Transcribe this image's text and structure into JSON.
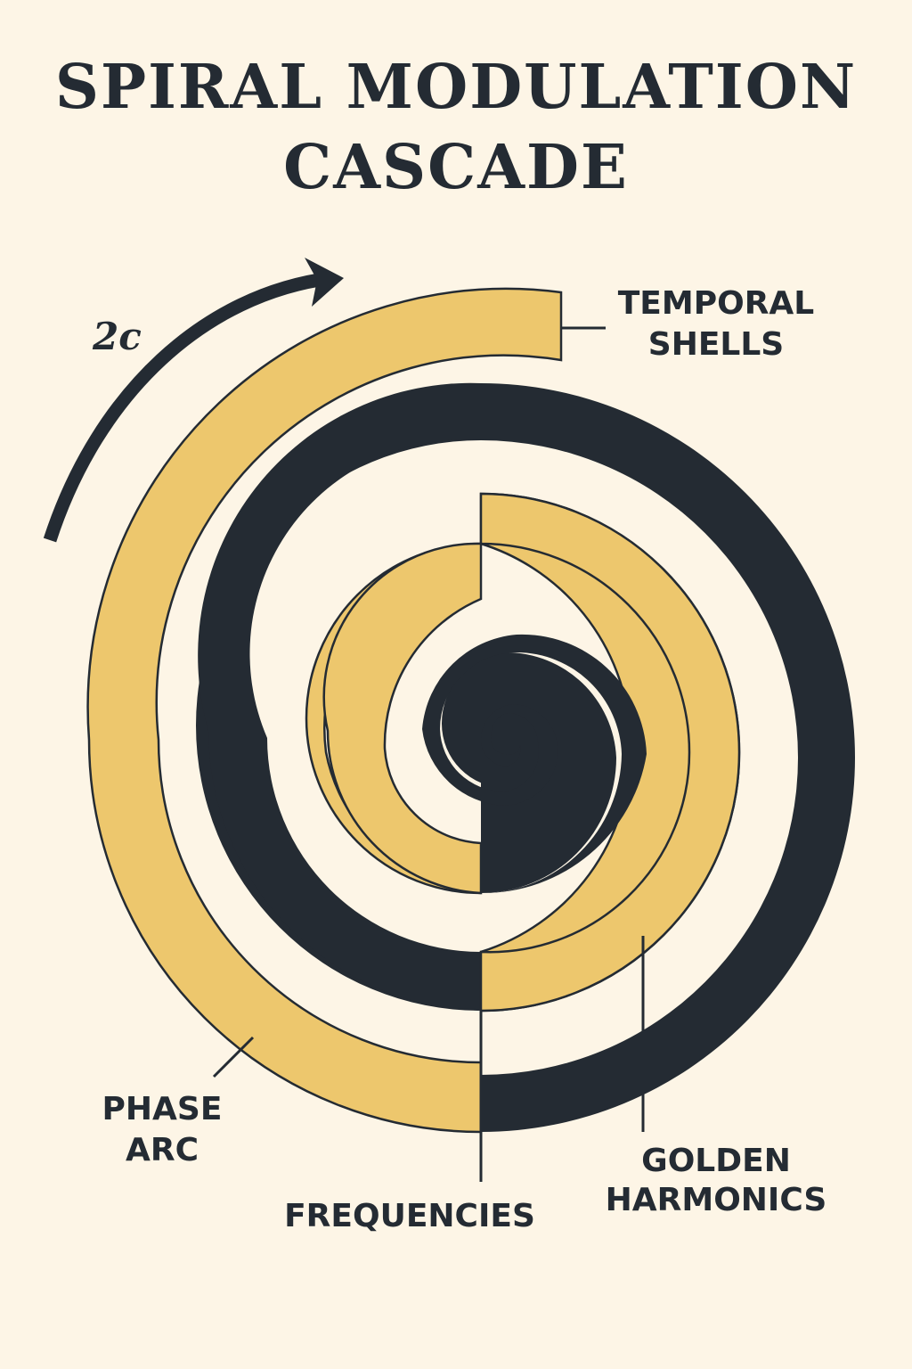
{
  "title": {
    "line1": "SPIRAL MODULATION",
    "line2": "CASCADE"
  },
  "arrow_label": "2c",
  "labels": {
    "temporal_shells": [
      "TEMPORAL",
      "SHELLS"
    ],
    "phase_arc": [
      "PHASE",
      "ARC"
    ],
    "frequencies": "FREQUENCIES",
    "golden_harmonics": [
      "GOLDEN",
      "HARMONICS"
    ]
  },
  "colors": {
    "background": "#fdf5e6",
    "gold": "#edc76d",
    "navy": "#242b33",
    "outline": "#242b33"
  }
}
